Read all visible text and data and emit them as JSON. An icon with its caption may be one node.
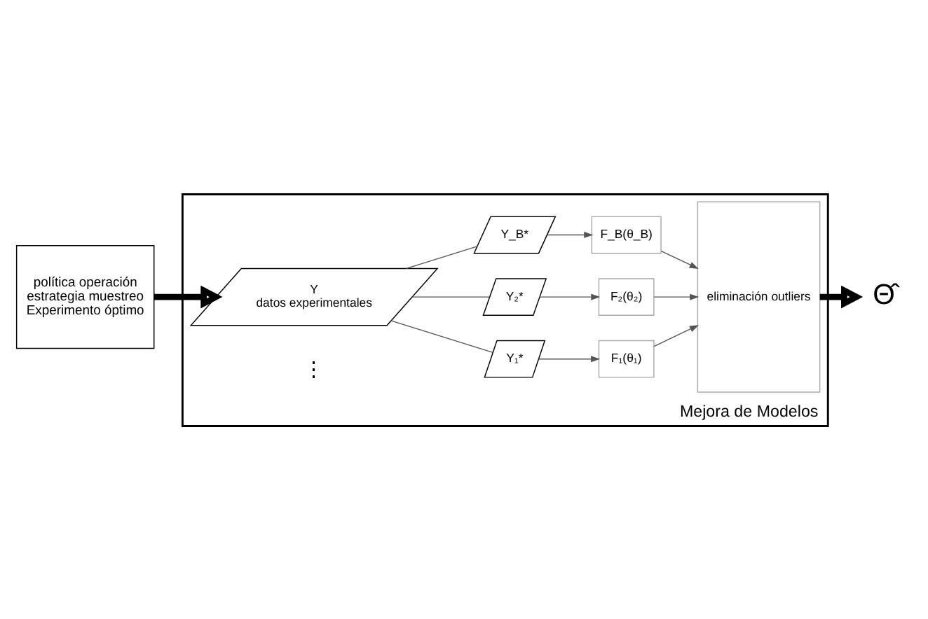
{
  "diagram": {
    "nodes": [
      {
        "text": [
          "política operación",
          "estrategia muestreo",
          "Experimento óptimo"
        ]
      },
      {
        "text": [
          "Mejora de Modelos"
        ]
      },
      {
        "text": [
          "Y",
          "datos experimentales"
        ],
        "in": 1
      },
      {
        "text": [
          "Y₁*"
        ],
        "in": 1
      },
      {
        "text": [
          "Y₂*"
        ],
        "in": 1
      },
      {
        "text": [
          "Y_B*"
        ],
        "in": 1
      },
      {
        "text": [
          "F₁(θ₁)"
        ],
        "in": 1
      },
      {
        "text": [
          "F₂(θ₂)"
        ],
        "in": 1
      },
      {
        "text": [
          "F_B(θ_B)"
        ],
        "in": 1
      },
      {
        "text": [
          "eliminación outliers"
        ],
        "in": 1
      },
      {
        "text": [
          "Θ̂"
        ]
      }
    ],
    "edges": [
      {
        "from": 0,
        "to": 2,
        "arrow": "to",
        "style": "thick"
      },
      {
        "from": 2,
        "to": 3,
        "arrow": "none"
      },
      {
        "from": 2,
        "to": 4,
        "arrow": "none"
      },
      {
        "from": 2,
        "to": 5,
        "arrow": "none"
      },
      {
        "from": 3,
        "to": 6,
        "arrow": "to"
      },
      {
        "from": 4,
        "to": 7,
        "arrow": "to"
      },
      {
        "from": 5,
        "to": 8,
        "arrow": "to"
      },
      {
        "from": 6,
        "to": 9,
        "arrow": "to"
      },
      {
        "from": 7,
        "to": 9,
        "arrow": "to"
      },
      {
        "from": 8,
        "to": 9,
        "arrow": "to"
      },
      {
        "from": 9,
        "to": 10,
        "arrow": "to",
        "style": "thick"
      }
    ],
    "labels": [
      "⋮"
    ]
  }
}
